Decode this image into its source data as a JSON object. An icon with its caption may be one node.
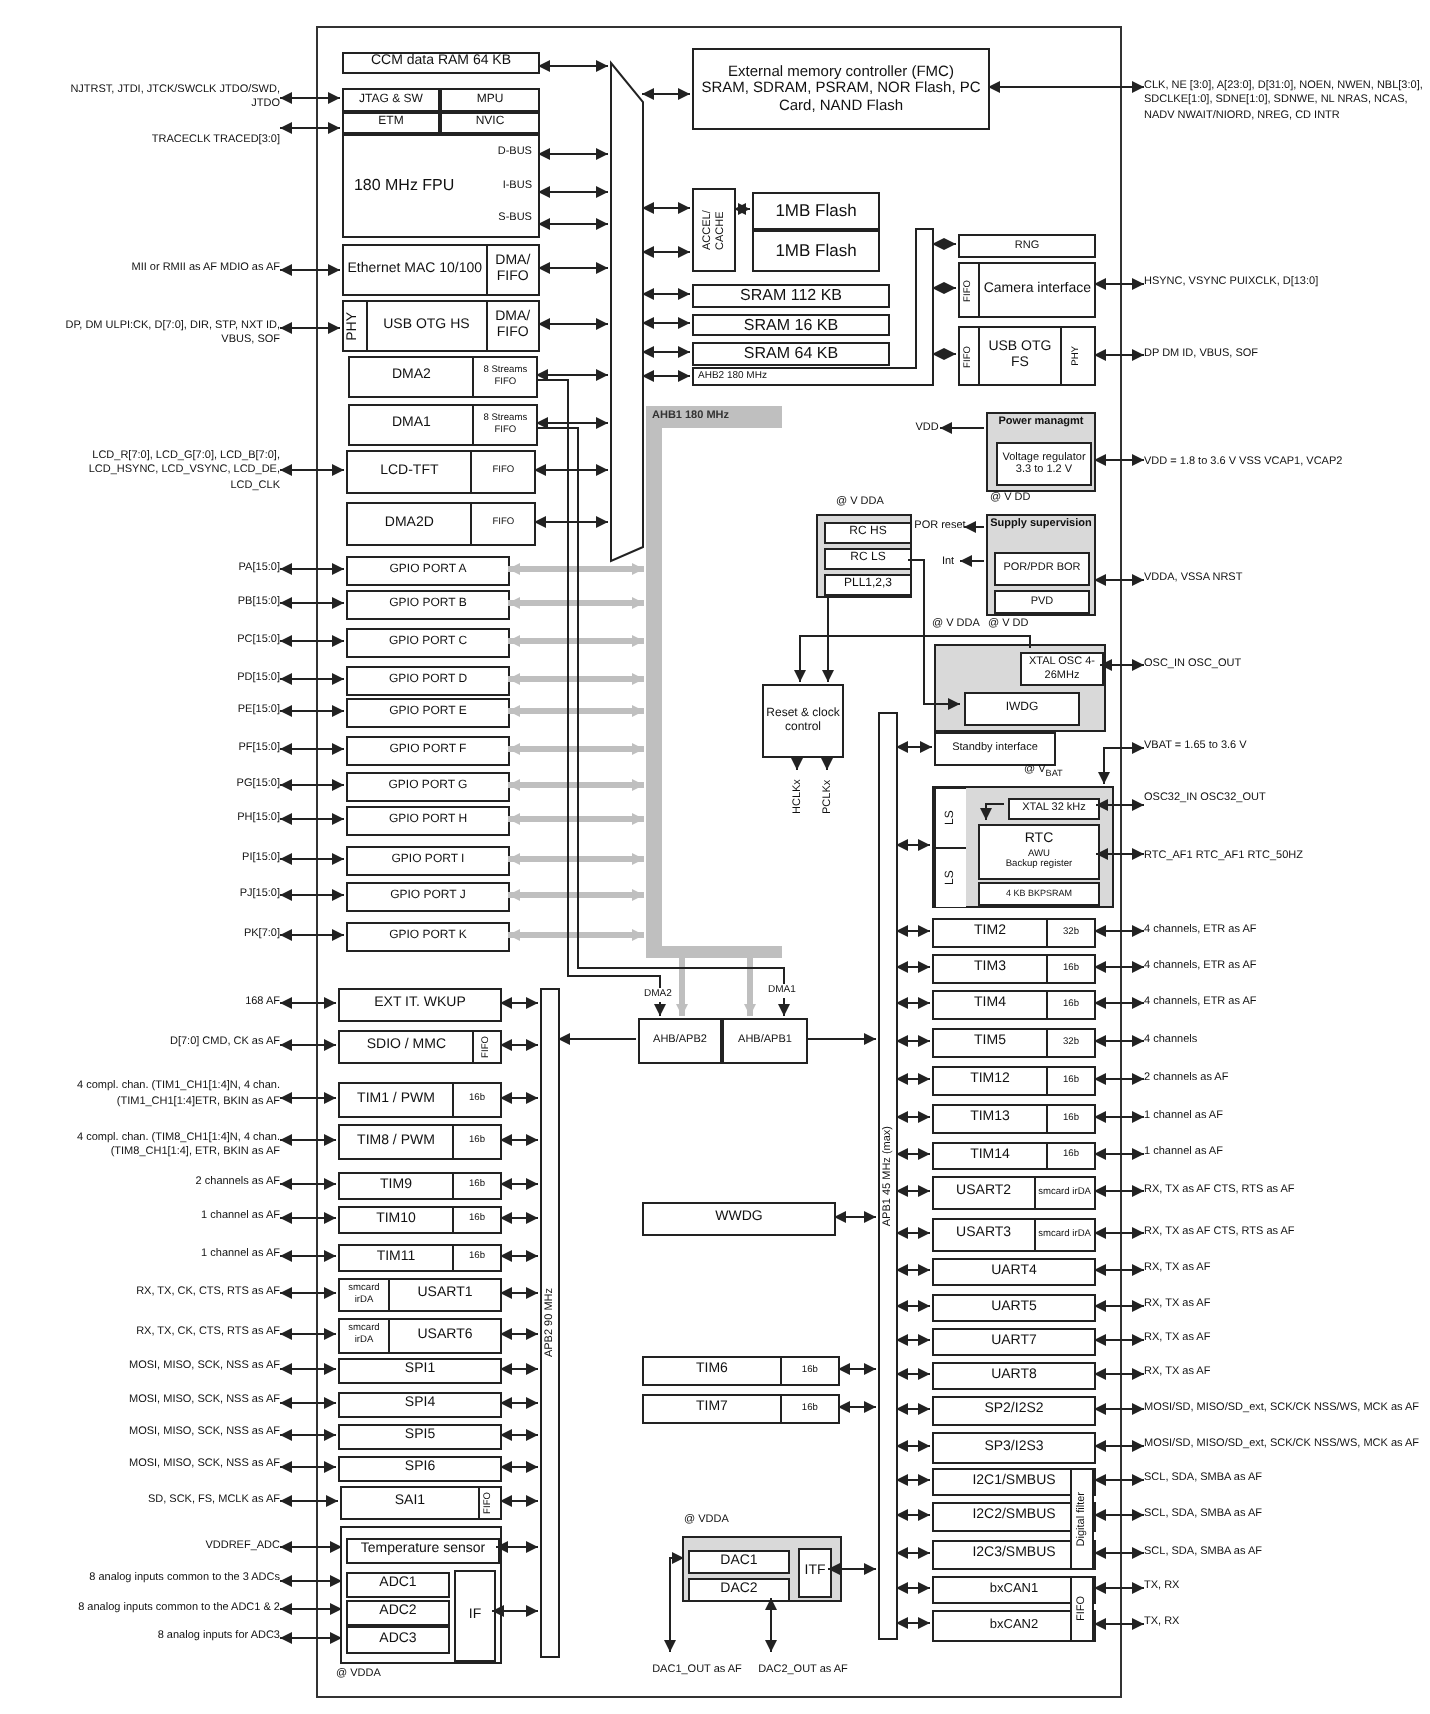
{
  "diagram": {
    "nodes": [
      {
        "text": [],
        "shape": "box"
      },
      {
        "text": [
          "CCM data RAM 64 KB"
        ],
        "in": 0
      },
      {
        "text": [
          "JTAG & SW"
        ],
        "in": 0
      },
      {
        "text": [
          "MPU"
        ],
        "in": 0
      },
      {
        "text": [
          "ETM"
        ],
        "in": 0
      },
      {
        "text": [
          "NVIC"
        ],
        "in": 0
      },
      {
        "text": [
          "180 MHz FPU",
          "D-BUS",
          "I-BUS",
          "S-BUS"
        ],
        "in": 0
      },
      {
        "text": [
          "Ethernet MAC 10/100",
          "DMA/ FIFO"
        ],
        "in": 0
      },
      {
        "text": [
          "PHY",
          "USB OTG HS",
          "DMA/ FIFO"
        ],
        "in": 0
      },
      {
        "text": [
          "DMA2",
          "8 Streams FIFO"
        ],
        "in": 0
      },
      {
        "text": [
          "DMA1",
          "8 Streams FIFO"
        ],
        "in": 0
      },
      {
        "text": [
          "LCD-TFT",
          "FIFO"
        ],
        "in": 0
      },
      {
        "text": [
          "DMA2D",
          "FIFO"
        ],
        "in": 0
      },
      {
        "text": [
          "GPIO PORT A"
        ],
        "in": 0
      },
      {
        "text": [
          "GPIO PORT B"
        ],
        "in": 0
      },
      {
        "text": [
          "GPIO PORT C"
        ],
        "in": 0
      },
      {
        "text": [
          "GPIO PORT D"
        ],
        "in": 0
      },
      {
        "text": [
          "GPIO PORT E"
        ],
        "in": 0
      },
      {
        "text": [
          "GPIO PORT F"
        ],
        "in": 0
      },
      {
        "text": [
          "GPIO PORT G"
        ],
        "in": 0
      },
      {
        "text": [
          "GPIO PORT H"
        ],
        "in": 0
      },
      {
        "text": [
          "GPIO PORT I"
        ],
        "in": 0
      },
      {
        "text": [
          "GPIO PORT J"
        ],
        "in": 0
      },
      {
        "text": [
          "GPIO PORT K"
        ],
        "in": 0
      },
      {
        "text": [
          "EXT IT. WKUP"
        ],
        "in": 0
      },
      {
        "text": [
          "SDIO / MMC",
          "FIFO"
        ],
        "in": 0
      },
      {
        "text": [
          "TIM1 / PWM",
          "16b"
        ],
        "in": 0
      },
      {
        "text": [
          "TIM8 / PWM",
          "16b"
        ],
        "in": 0
      },
      {
        "text": [
          "TIM9",
          "16b"
        ],
        "in": 0
      },
      {
        "text": [
          "TIM10",
          "16b"
        ],
        "in": 0
      },
      {
        "text": [
          "TIM11",
          "16b"
        ],
        "in": 0
      },
      {
        "text": [
          "smcard irDA",
          "USART1"
        ],
        "in": 0
      },
      {
        "text": [
          "smcard irDA",
          "USART6"
        ],
        "in": 0
      },
      {
        "text": [
          "SPI1"
        ],
        "in": 0
      },
      {
        "text": [
          "SPI4"
        ],
        "in": 0
      },
      {
        "text": [
          "SPI5"
        ],
        "in": 0
      },
      {
        "text": [
          "SPI6"
        ],
        "in": 0
      },
      {
        "text": [
          "SAI1",
          "FIFO"
        ],
        "in": 0
      },
      {
        "text": [],
        "shape": "box",
        "in": 0
      },
      {
        "text": [
          "Temperature sensor"
        ],
        "in": 38
      },
      {
        "text": [
          "ADC1"
        ],
        "in": 38
      },
      {
        "text": [
          "ADC2"
        ],
        "in": 38
      },
      {
        "text": [
          "ADC3"
        ],
        "in": 38
      },
      {
        "text": [
          "IF"
        ],
        "in": 38
      },
      {
        "text": [
          "APB2 90 MHz"
        ],
        "in": 0
      },
      {
        "text": [],
        "shape": "trapezoid",
        "in": 0
      },
      {
        "text": [
          "External memory controller (FMC)",
          "SRAM, SDRAM, PSRAM, NOR Flash, PC Card, NAND Flash"
        ],
        "in": 0
      },
      {
        "text": [
          "ACCEL/ CACHE"
        ],
        "in": 0
      },
      {
        "text": [
          "1MB Flash"
        ],
        "in": 0
      },
      {
        "text": [
          "1MB Flash"
        ],
        "in": 0
      },
      {
        "text": [
          "SRAM 112 KB"
        ],
        "in": 0
      },
      {
        "text": [
          "SRAM 16 KB"
        ],
        "in": 0
      },
      {
        "text": [
          "SRAM 64 KB"
        ],
        "in": 0
      },
      {
        "text": [
          "AHB2 180 MHz"
        ],
        "in": 0
      },
      {
        "text": [
          "AHB1 180 MHz"
        ],
        "in": 0
      },
      {
        "text": [
          "AHB/APB2"
        ],
        "in": 0
      },
      {
        "text": [
          "AHB/APB1"
        ],
        "in": 0
      },
      {
        "text": [
          "WWDG"
        ],
        "in": 0
      },
      {
        "text": [
          "TIM6",
          "16b"
        ],
        "in": 0
      },
      {
        "text": [
          "TIM7",
          "16b"
        ],
        "in": 0
      },
      {
        "text": [],
        "shape": "box",
        "in": 0
      },
      {
        "text": [
          "DAC1"
        ],
        "in": 60
      },
      {
        "text": [
          "DAC2"
        ],
        "in": 60
      },
      {
        "text": [
          "ITF"
        ],
        "in": 60
      },
      {
        "text": [],
        "shape": "box",
        "in": 0
      },
      {
        "text": [
          "RC HS"
        ],
        "in": 64
      },
      {
        "text": [
          "RC LS"
        ],
        "in": 64
      },
      {
        "text": [
          "PLL1,2,3"
        ],
        "in": 64
      },
      {
        "text": [
          "Reset & clock control"
        ],
        "in": 0
      },
      {
        "text": [
          "Power managmt"
        ],
        "in": 0
      },
      {
        "text": [
          "Voltage regulator 3.3 to 1.2 V"
        ],
        "in": 69
      },
      {
        "text": [
          "Supply supervision"
        ],
        "in": 0
      },
      {
        "text": [
          "POR/PDR BOR"
        ],
        "in": 71
      },
      {
        "text": [
          "PVD"
        ],
        "in": 71
      },
      {
        "text": [],
        "shape": "box",
        "in": 0
      },
      {
        "text": [
          "XTAL OSC 4- 26MHz"
        ],
        "in": 74
      },
      {
        "text": [
          "IWDG"
        ],
        "in": 74
      },
      {
        "text": [
          "Standby interface"
        ],
        "in": 0
      },
      {
        "text": [
          "LS",
          "LS"
        ],
        "in": 0
      },
      {
        "text": [
          "XTAL 32 kHz"
        ],
        "in": 78
      },
      {
        "text": [
          "RTC",
          "AWU",
          "Backup register"
        ],
        "in": 78
      },
      {
        "text": [
          "4 KB BKPSRAM"
        ],
        "in": 78
      },
      {
        "text": [
          "APB1 45 MHz (max)"
        ],
        "in": 0
      },
      {
        "text": [
          "RNG"
        ],
        "in": 0
      },
      {
        "text": [
          "FIFO",
          "Camera interface"
        ],
        "in": 0
      },
      {
        "text": [
          "FIFO",
          "USB OTG FS",
          "PHY"
        ],
        "in": 0
      },
      {
        "text": [
          "TIM2",
          "32b"
        ],
        "in": 0
      },
      {
        "text": [
          "TIM3",
          "16b"
        ],
        "in": 0
      },
      {
        "text": [
          "TIM4",
          "16b"
        ],
        "in": 0
      },
      {
        "text": [
          "TIM5",
          "32b"
        ],
        "in": 0
      },
      {
        "text": [
          "TIM12",
          "16b"
        ],
        "in": 0
      },
      {
        "text": [
          "TIM13",
          "16b"
        ],
        "in": 0
      },
      {
        "text": [
          "TIM14",
          "16b"
        ],
        "in": 0
      },
      {
        "text": [
          "USART2",
          "smcard irDA"
        ],
        "in": 0
      },
      {
        "text": [
          "USART3",
          "smcard irDA"
        ],
        "in": 0
      },
      {
        "text": [
          "UART4"
        ],
        "in": 0
      },
      {
        "text": [
          "UART5"
        ],
        "in": 0
      },
      {
        "text": [
          "UART7"
        ],
        "in": 0
      },
      {
        "text": [
          "UART8"
        ],
        "in": 0
      },
      {
        "text": [
          "SP2/I2S2"
        ],
        "in": 0
      },
      {
        "text": [
          "SP3/I2S3"
        ],
        "in": 0
      },
      {
        "text": [
          "I2C1/SMBUS"
        ],
        "in": 0
      },
      {
        "text": [
          "I2C2/SMBUS"
        ],
        "in": 0
      },
      {
        "text": [
          "I2C3/SMBUS"
        ],
        "in": 0
      },
      {
        "text": [
          "Digital filter"
        ],
        "in": 0
      },
      {
        "text": [
          "bxCAN1"
        ],
        "in": 0
      },
      {
        "text": [
          "bxCAN2"
        ],
        "in": 0
      },
      {
        "text": [
          "FIFO"
        ],
        "in": 0
      },
      {
        "text": [
          "NJTRST, JTDI, JTCK/SWCLK JTDO/SWD, JTDO"
        ]
      },
      {
        "text": [
          "TRACECLK TRACED[3:0]"
        ]
      },
      {
        "text": [
          "MII or RMII as AF MDIO as AF"
        ]
      },
      {
        "text": [
          "DP, DM ULPI:CK, D[7:0], DIR, STP, NXT ID, VBUS, SOF"
        ]
      },
      {
        "text": [
          "LCD_R[7:0], LCD_G[7:0], LCD_B[7:0], LCD_HSYNC, LCD_VSYNC, LCD_DE, LCD_CLK"
        ]
      },
      {
        "text": [
          "PA[15:0]"
        ]
      },
      {
        "text": [
          "PB[15:0]"
        ]
      },
      {
        "text": [
          "PC[15:0]"
        ]
      },
      {
        "text": [
          "PD[15:0]"
        ]
      },
      {
        "text": [
          "PE[15:0]"
        ]
      },
      {
        "text": [
          "PF[15:0]"
        ]
      },
      {
        "text": [
          "PG[15:0]"
        ]
      },
      {
        "text": [
          "PH[15:0]"
        ]
      },
      {
        "text": [
          "PI[15:0]"
        ]
      },
      {
        "text": [
          "PJ[15:0]"
        ]
      },
      {
        "text": [
          "PK[7:0]"
        ]
      },
      {
        "text": [
          "168 AF"
        ]
      },
      {
        "text": [
          "D[7:0] CMD, CK as AF"
        ]
      },
      {
        "text": [
          "4 compl. chan. (TIM1_CH1[1:4]N, 4 chan. (TIM1_CH1[1:4]ETR, BKIN as AF"
        ]
      },
      {
        "text": [
          "4 compl. chan. (TIM8_CH1[1:4]N, 4 chan. (TIM8_CH1[1:4], ETR, BKIN as AF"
        ]
      },
      {
        "text": [
          "2 channels as AF"
        ]
      },
      {
        "text": [
          "1 channel as AF"
        ]
      },
      {
        "text": [
          "1 channel as AF"
        ]
      },
      {
        "text": [
          "RX, TX, CK, CTS, RTS as AF"
        ]
      },
      {
        "text": [
          "RX, TX, CK, CTS, RTS as AF"
        ]
      },
      {
        "text": [
          "MOSI, MISO, SCK, NSS as AF"
        ]
      },
      {
        "text": [
          "MOSI, MISO, SCK, NSS as AF"
        ]
      },
      {
        "text": [
          "MOSI, MISO, SCK, NSS as AF"
        ]
      },
      {
        "text": [
          "MOSI, MISO, SCK, NSS as AF"
        ]
      },
      {
        "text": [
          "SD, SCK, FS, MCLK as AF"
        ]
      },
      {
        "text": [
          "VDDREF_ADC"
        ]
      },
      {
        "text": [
          "8 analog inputs common to the 3 ADCs"
        ]
      },
      {
        "text": [
          "8 analog inputs common to the ADC1 & 2"
        ]
      },
      {
        "text": [
          "8 analog inputs for ADC3"
        ]
      },
      {
        "text": [
          "CLK, NE [3:0], A[23:0], D[31:0], NOEN, NWEN, NBL[3:0], SDCLKE[1:0], SDNE[1:0], SDNWE, NL NRAS, NCAS, NADV NWAIT/NIORD, NREG, CD INTR"
        ]
      },
      {
        "text": [
          "HSYNC, VSYNC PUIXCLK, D[13:0]"
        ]
      },
      {
        "text": [
          "DP DM ID, VBUS, SOF"
        ]
      },
      {
        "text": [
          "VDD = 1.8 to 3.6 V VSS VCAP1, VCAP2"
        ]
      },
      {
        "text": [
          "VDDA, VSSA NRST"
        ]
      },
      {
        "text": [
          "OSC_IN OSC_OUT"
        ]
      },
      {
        "text": [
          "VBAT = 1.65 to 3.6 V"
        ]
      },
      {
        "text": [
          "OSC32_IN OSC32_OUT"
        ]
      },
      {
        "text": [
          "RTC_AF1 RTC_AF1 RTC_50HZ"
        ]
      },
      {
        "text": [
          "4 channels, ETR as AF"
        ]
      },
      {
        "text": [
          "4 channels, ETR as AF"
        ]
      },
      {
        "text": [
          "4 channels, ETR as AF"
        ]
      },
      {
        "text": [
          "4 channels"
        ]
      },
      {
        "text": [
          "2 channels as AF"
        ]
      },
      {
        "text": [
          "1 channel as AF"
        ]
      },
      {
        "text": [
          "1 channel as AF"
        ]
      },
      {
        "text": [
          "RX, TX as AF CTS, RTS as AF"
        ]
      },
      {
        "text": [
          "RX, TX as AF CTS, RTS as AF"
        ]
      },
      {
        "text": [
          "RX, TX as AF"
        ]
      },
      {
        "text": [
          "RX, TX as AF"
        ]
      },
      {
        "text": [
          "RX, TX as AF"
        ]
      },
      {
        "text": [
          "RX, TX as AF"
        ]
      },
      {
        "text": [
          "MOSI/SD, MISO/SD_ext, SCK/CK NSS/WS, MCK as AF"
        ]
      },
      {
        "text": [
          "MOSI/SD, MISO/SD_ext, SCK/CK NSS/WS, MCK as AF"
        ]
      },
      {
        "text": [
          "SCL, SDA, SMBA as AF"
        ]
      },
      {
        "text": [
          "SCL, SDA, SMBA as AF"
        ]
      },
      {
        "text": [
          "SCL, SDA, SMBA as AF"
        ]
      },
      {
        "text": [
          "TX, RX"
        ]
      },
      {
        "text": [
          "TX, RX"
        ]
      },
      {
        "text": [
          "VDD"
        ],
        "in": 0
      },
      {
        "text": [
          "POR reset"
        ],
        "in": 0
      },
      {
        "text": [
          "Int"
        ],
        "in": 0
      },
      {
        "text": [
          "HCLKx"
        ],
        "in": 0
      },
      {
        "text": [
          "PCLKx"
        ],
        "in": 0
      },
      {
        "text": [
          "DAC1_OUT as AF"
        ],
        "in": 0
      },
      {
        "text": [
          "DAC2_OUT as AF"
        ],
        "in": 0
      }
    ],
    "edges": [
      {
        "from": 1,
        "to": 45,
        "arrow": "both"
      },
      {
        "from": 6,
        "to": 45,
        "arrow": "both"
      },
      {
        "from": 6,
        "to": 45,
        "arrow": "both"
      },
      {
        "from": 6,
        "to": 45,
        "arrow": "both"
      },
      {
        "from": 7,
        "to": 45,
        "arrow": "both"
      },
      {
        "from": 8,
        "to": 45,
        "arrow": "both"
      },
      {
        "from": 9,
        "to": 45,
        "arrow": "both"
      },
      {
        "from": 10,
        "to": 45,
        "arrow": "both"
      },
      {
        "from": 11,
        "to": 45,
        "arrow": "both"
      },
      {
        "from": 12,
        "to": 45,
        "arrow": "both"
      },
      {
        "from": 45,
        "to": 46,
        "arrow": "both"
      },
      {
        "from": 45,
        "to": 47,
        "arrow": "both"
      },
      {
        "from": 45,
        "to": 47,
        "arrow": "both"
      },
      {
        "from": 47,
        "to": 48,
        "arrow": "both"
      },
      {
        "from": 45,
        "to": 50,
        "arrow": "both"
      },
      {
        "from": 45,
        "to": 51,
        "arrow": "both"
      },
      {
        "from": 45,
        "to": 52,
        "arrow": "both"
      },
      {
        "from": 45,
        "to": 53,
        "arrow": "both"
      },
      {
        "from": 53,
        "to": 83,
        "arrow": "both"
      },
      {
        "from": 53,
        "to": 84,
        "arrow": "both"
      },
      {
        "from": 53,
        "to": 85,
        "arrow": "both"
      },
      {
        "from": 54,
        "to": 13,
        "arrow": "both",
        "style": "thick",
        "color": "#bfbfbf"
      },
      {
        "from": 54,
        "to": 14,
        "arrow": "both",
        "style": "thick",
        "color": "#bfbfbf"
      },
      {
        "from": 54,
        "to": 15,
        "arrow": "both",
        "style": "thick",
        "color": "#bfbfbf"
      },
      {
        "from": 54,
        "to": 16,
        "arrow": "both",
        "style": "thick",
        "color": "#bfbfbf"
      },
      {
        "from": 54,
        "to": 17,
        "arrow": "both",
        "style": "thick",
        "color": "#bfbfbf"
      },
      {
        "from": 54,
        "to": 18,
        "arrow": "both",
        "style": "thick",
        "color": "#bfbfbf"
      },
      {
        "from": 54,
        "to": 19,
        "arrow": "both",
        "style": "thick",
        "color": "#bfbfbf"
      },
      {
        "from": 54,
        "to": 20,
        "arrow": "both",
        "style": "thick",
        "color": "#bfbfbf"
      },
      {
        "from": 54,
        "to": 21,
        "arrow": "both",
        "style": "thick",
        "color": "#bfbfbf"
      },
      {
        "from": 54,
        "to": 22,
        "arrow": "both",
        "style": "thick",
        "color": "#bfbfbf"
      },
      {
        "from": 54,
        "to": 23,
        "arrow": "both",
        "style": "thick",
        "color": "#bfbfbf"
      },
      {
        "from": 54,
        "to": 55,
        "arrow": "to",
        "style": "thick",
        "color": "#bfbfbf"
      },
      {
        "from": 54,
        "to": 56,
        "arrow": "to",
        "style": "thick",
        "color": "#bfbfbf"
      },
      {
        "from": 9,
        "to": 55,
        "arrow": "to",
        "label": "DMA2"
      },
      {
        "from": 10,
        "to": 56,
        "arrow": "to",
        "label": "DMA1"
      },
      {
        "from": 55,
        "to": 44,
        "arrow": "to"
      },
      {
        "from": 56,
        "to": 82,
        "arrow": "to"
      },
      {
        "from": 24,
        "to": 44,
        "arrow": "both"
      },
      {
        "from": 25,
        "to": 44,
        "arrow": "both"
      },
      {
        "from": 26,
        "to": 44,
        "arrow": "both"
      },
      {
        "from": 27,
        "to": 44,
        "arrow": "both"
      },
      {
        "from": 28,
        "to": 44,
        "arrow": "both"
      },
      {
        "from": 29,
        "to": 44,
        "arrow": "both"
      },
      {
        "from": 30,
        "to": 44,
        "arrow": "both"
      },
      {
        "from": 31,
        "to": 44,
        "arrow": "both"
      },
      {
        "from": 32,
        "to": 44,
        "arrow": "both"
      },
      {
        "from": 33,
        "to": 44,
        "arrow": "both"
      },
      {
        "from": 34,
        "to": 44,
        "arrow": "both"
      },
      {
        "from": 35,
        "to": 44,
        "arrow": "both"
      },
      {
        "from": 36,
        "to": 44,
        "arrow": "both"
      },
      {
        "from": 37,
        "to": 44,
        "arrow": "both"
      },
      {
        "from": 39,
        "to": 44,
        "arrow": "both"
      },
      {
        "from": 43,
        "to": 44,
        "arrow": "both"
      },
      {
        "from": 57,
        "to": 82,
        "arrow": "both"
      },
      {
        "from": 58,
        "to": 82,
        "arrow": "both"
      },
      {
        "from": 59,
        "to": 82,
        "arrow": "both"
      },
      {
        "from": 63,
        "to": 82,
        "arrow": "both"
      },
      {
        "from": 77,
        "to": 82,
        "arrow": "both"
      },
      {
        "from": 78,
        "to": 82,
        "arrow": "both"
      },
      {
        "from": 86,
        "to": 82,
        "arrow": "both"
      },
      {
        "from": 87,
        "to": 82,
        "arrow": "both"
      },
      {
        "from": 88,
        "to": 82,
        "arrow": "both"
      },
      {
        "from": 89,
        "to": 82,
        "arrow": "both"
      },
      {
        "from": 90,
        "to": 82,
        "arrow": "both"
      },
      {
        "from": 91,
        "to": 82,
        "arrow": "both"
      },
      {
        "from": 92,
        "to": 82,
        "arrow": "both"
      },
      {
        "from": 93,
        "to": 82,
        "arrow": "both"
      },
      {
        "from": 94,
        "to": 82,
        "arrow": "both"
      },
      {
        "from": 95,
        "to": 82,
        "arrow": "both"
      },
      {
        "from": 96,
        "to": 82,
        "arrow": "both"
      },
      {
        "from": 97,
        "to": 82,
        "arrow": "both"
      },
      {
        "from": 98,
        "to": 82,
        "arrow": "both"
      },
      {
        "from": 99,
        "to": 82,
        "arrow": "both"
      },
      {
        "from": 100,
        "to": 82,
        "arrow": "both"
      },
      {
        "from": 101,
        "to": 82,
        "arrow": "both"
      },
      {
        "from": 102,
        "to": 82,
        "arrow": "both"
      },
      {
        "from": 103,
        "to": 82,
        "arrow": "both"
      },
      {
        "from": 105,
        "to": 82,
        "arrow": "both"
      },
      {
        "from": 106,
        "to": 82,
        "arrow": "both"
      },
      {
        "from": 64,
        "to": 68,
        "arrow": "to"
      },
      {
        "from": 75,
        "to": 68,
        "arrow": "to"
      },
      {
        "from": 66,
        "to": 76,
        "arrow": "to"
      },
      {
        "from": 68,
        "to": 174,
        "arrow": "to"
      },
      {
        "from": 68,
        "to": 175,
        "arrow": "to"
      },
      {
        "from": 79,
        "to": 80,
        "arrow": "to"
      },
      {
        "from": 69,
        "to": 171,
        "arrow": "to"
      },
      {
        "from": 71,
        "to": 172,
        "arrow": "to"
      },
      {
        "from": 71,
        "to": 173,
        "arrow": "to"
      },
      {
        "from": 61,
        "to": 176,
        "arrow": "both"
      },
      {
        "from": 62,
        "to": 177,
        "arrow": "both"
      },
      {
        "from": 108,
        "to": 2,
        "arrow": "both"
      },
      {
        "from": 109,
        "to": 4,
        "arrow": "both"
      },
      {
        "from": 110,
        "to": 7,
        "arrow": "both"
      },
      {
        "from": 111,
        "to": 8,
        "arrow": "both"
      },
      {
        "from": 112,
        "to": 11,
        "arrow": "both"
      },
      {
        "from": 113,
        "to": 13,
        "arrow": "both"
      },
      {
        "from": 114,
        "to": 14,
        "arrow": "both"
      },
      {
        "from": 115,
        "to": 15,
        "arrow": "both"
      },
      {
        "from": 116,
        "to": 16,
        "arrow": "both"
      },
      {
        "from": 117,
        "to": 17,
        "arrow": "both"
      },
      {
        "from": 118,
        "to": 18,
        "arrow": "both"
      },
      {
        "from": 119,
        "to": 19,
        "arrow": "both"
      },
      {
        "from": 120,
        "to": 20,
        "arrow": "both"
      },
      {
        "from": 121,
        "to": 21,
        "arrow": "both"
      },
      {
        "from": 122,
        "to": 22,
        "arrow": "both"
      },
      {
        "from": 123,
        "to": 23,
        "arrow": "both"
      },
      {
        "from": 124,
        "to": 24,
        "arrow": "both"
      },
      {
        "from": 125,
        "to": 25,
        "arrow": "both"
      },
      {
        "from": 126,
        "to": 26,
        "arrow": "both"
      },
      {
        "from": 127,
        "to": 27,
        "arrow": "both"
      },
      {
        "from": 128,
        "to": 28,
        "arrow": "both"
      },
      {
        "from": 129,
        "to": 29,
        "arrow": "both"
      },
      {
        "from": 130,
        "to": 30,
        "arrow": "both"
      },
      {
        "from": 131,
        "to": 31,
        "arrow": "both"
      },
      {
        "from": 132,
        "to": 32,
        "arrow": "both"
      },
      {
        "from": 133,
        "to": 33,
        "arrow": "both"
      },
      {
        "from": 134,
        "to": 34,
        "arrow": "both"
      },
      {
        "from": 135,
        "to": 35,
        "arrow": "both"
      },
      {
        "from": 136,
        "to": 36,
        "arrow": "both"
      },
      {
        "from": 137,
        "to": 37,
        "arrow": "both"
      },
      {
        "from": 138,
        "to": 39,
        "arrow": "both"
      },
      {
        "from": 139,
        "to": 40,
        "arrow": "both"
      },
      {
        "from": 140,
        "to": 41,
        "arrow": "both"
      },
      {
        "from": 141,
        "to": 42,
        "arrow": "both"
      },
      {
        "from": 46,
        "to": 142,
        "arrow": "both"
      },
      {
        "from": 84,
        "to": 143,
        "arrow": "both"
      },
      {
        "from": 85,
        "to": 144,
        "arrow": "both"
      },
      {
        "from": 69,
        "to": 145,
        "arrow": "both"
      },
      {
        "from": 71,
        "to": 146,
        "arrow": "both"
      },
      {
        "from": 75,
        "to": 147,
        "arrow": "both"
      },
      {
        "from": 148,
        "to": 78,
        "arrow": "both"
      },
      {
        "from": 79,
        "to": 149,
        "arrow": "both"
      },
      {
        "from": 80,
        "to": 150,
        "arrow": "both"
      },
      {
        "from": 86,
        "to": 151,
        "arrow": "both"
      },
      {
        "from": 87,
        "to": 152,
        "arrow": "both"
      },
      {
        "from": 88,
        "to": 153,
        "arrow": "both"
      },
      {
        "from": 89,
        "to": 154,
        "arrow": "both"
      },
      {
        "from": 90,
        "to": 155,
        "arrow": "both"
      },
      {
        "from": 91,
        "to": 156,
        "arrow": "both"
      },
      {
        "from": 92,
        "to": 157,
        "arrow": "both"
      },
      {
        "from": 93,
        "to": 158,
        "arrow": "both"
      },
      {
        "from": 94,
        "to": 159,
        "arrow": "both"
      },
      {
        "from": 95,
        "to": 160,
        "arrow": "both"
      },
      {
        "from": 96,
        "to": 161,
        "arrow": "both"
      },
      {
        "from": 97,
        "to": 162,
        "arrow": "both"
      },
      {
        "from": 98,
        "to": 163,
        "arrow": "both"
      },
      {
        "from": 99,
        "to": 164,
        "arrow": "both"
      },
      {
        "from": 100,
        "to": 165,
        "arrow": "both"
      },
      {
        "from": 101,
        "to": 166,
        "arrow": "both"
      },
      {
        "from": 102,
        "to": 167,
        "arrow": "both"
      },
      {
        "from": 103,
        "to": 168,
        "arrow": "both"
      },
      {
        "from": 105,
        "to": 169,
        "arrow": "both"
      },
      {
        "from": 106,
        "to": 170,
        "arrow": "both"
      }
    ],
    "labels": [
      "@ V DDA",
      "@ V DD",
      "@ V DDA",
      "@ V DD",
      "@ V$_{BAT}$",
      "@ VDDA",
      "@ VDDA"
    ]
  }
}
